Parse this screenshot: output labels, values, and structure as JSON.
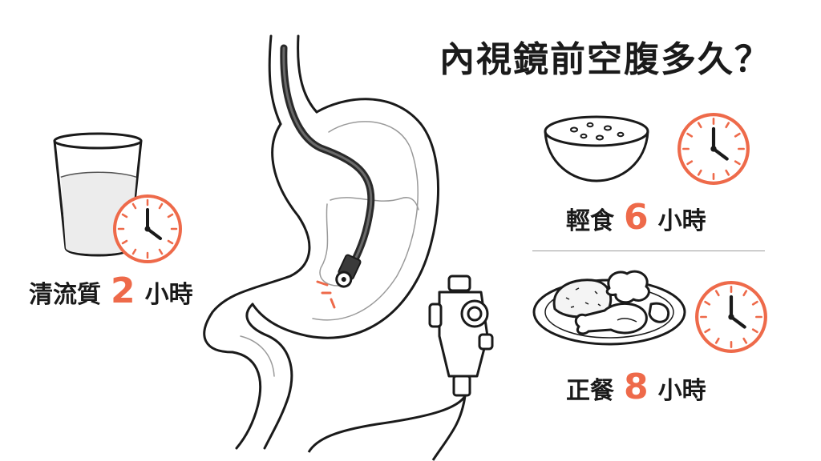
{
  "title": "內視鏡前空腹多久？",
  "colors": {
    "accent": "#ee6a4a",
    "ink": "#1a1a1a"
  },
  "items": [
    {
      "name": "清流質",
      "number": "2",
      "unit": "小時",
      "icon": "water-glass-icon"
    },
    {
      "name": "輕食",
      "number": "6",
      "unit": "小時",
      "icon": "soup-bowl-icon"
    },
    {
      "name": "正餐",
      "number": "8",
      "unit": "小時",
      "icon": "meal-plate-icon"
    }
  ]
}
